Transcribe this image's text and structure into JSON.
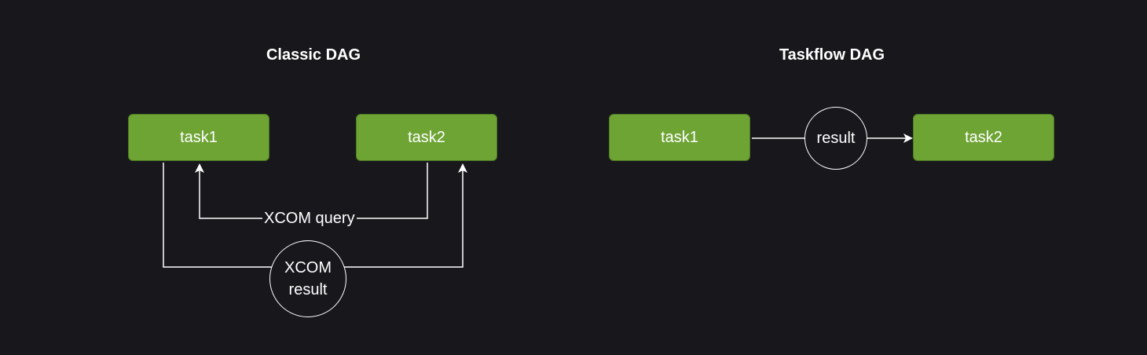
{
  "classic": {
    "title": "Classic DAG",
    "task1_label": "task1",
    "task2_label": "task2",
    "query_label": "XCOM query",
    "result_circle_line1": "XCOM",
    "result_circle_line2": "result"
  },
  "taskflow": {
    "title": "Taskflow DAG",
    "task1_label": "task1",
    "task2_label": "task2",
    "result_circle_label": "result"
  },
  "colors": {
    "background": "#18171c",
    "task_fill": "#6ea434",
    "task_border": "#4d7a22",
    "edge": "#ffffff"
  }
}
